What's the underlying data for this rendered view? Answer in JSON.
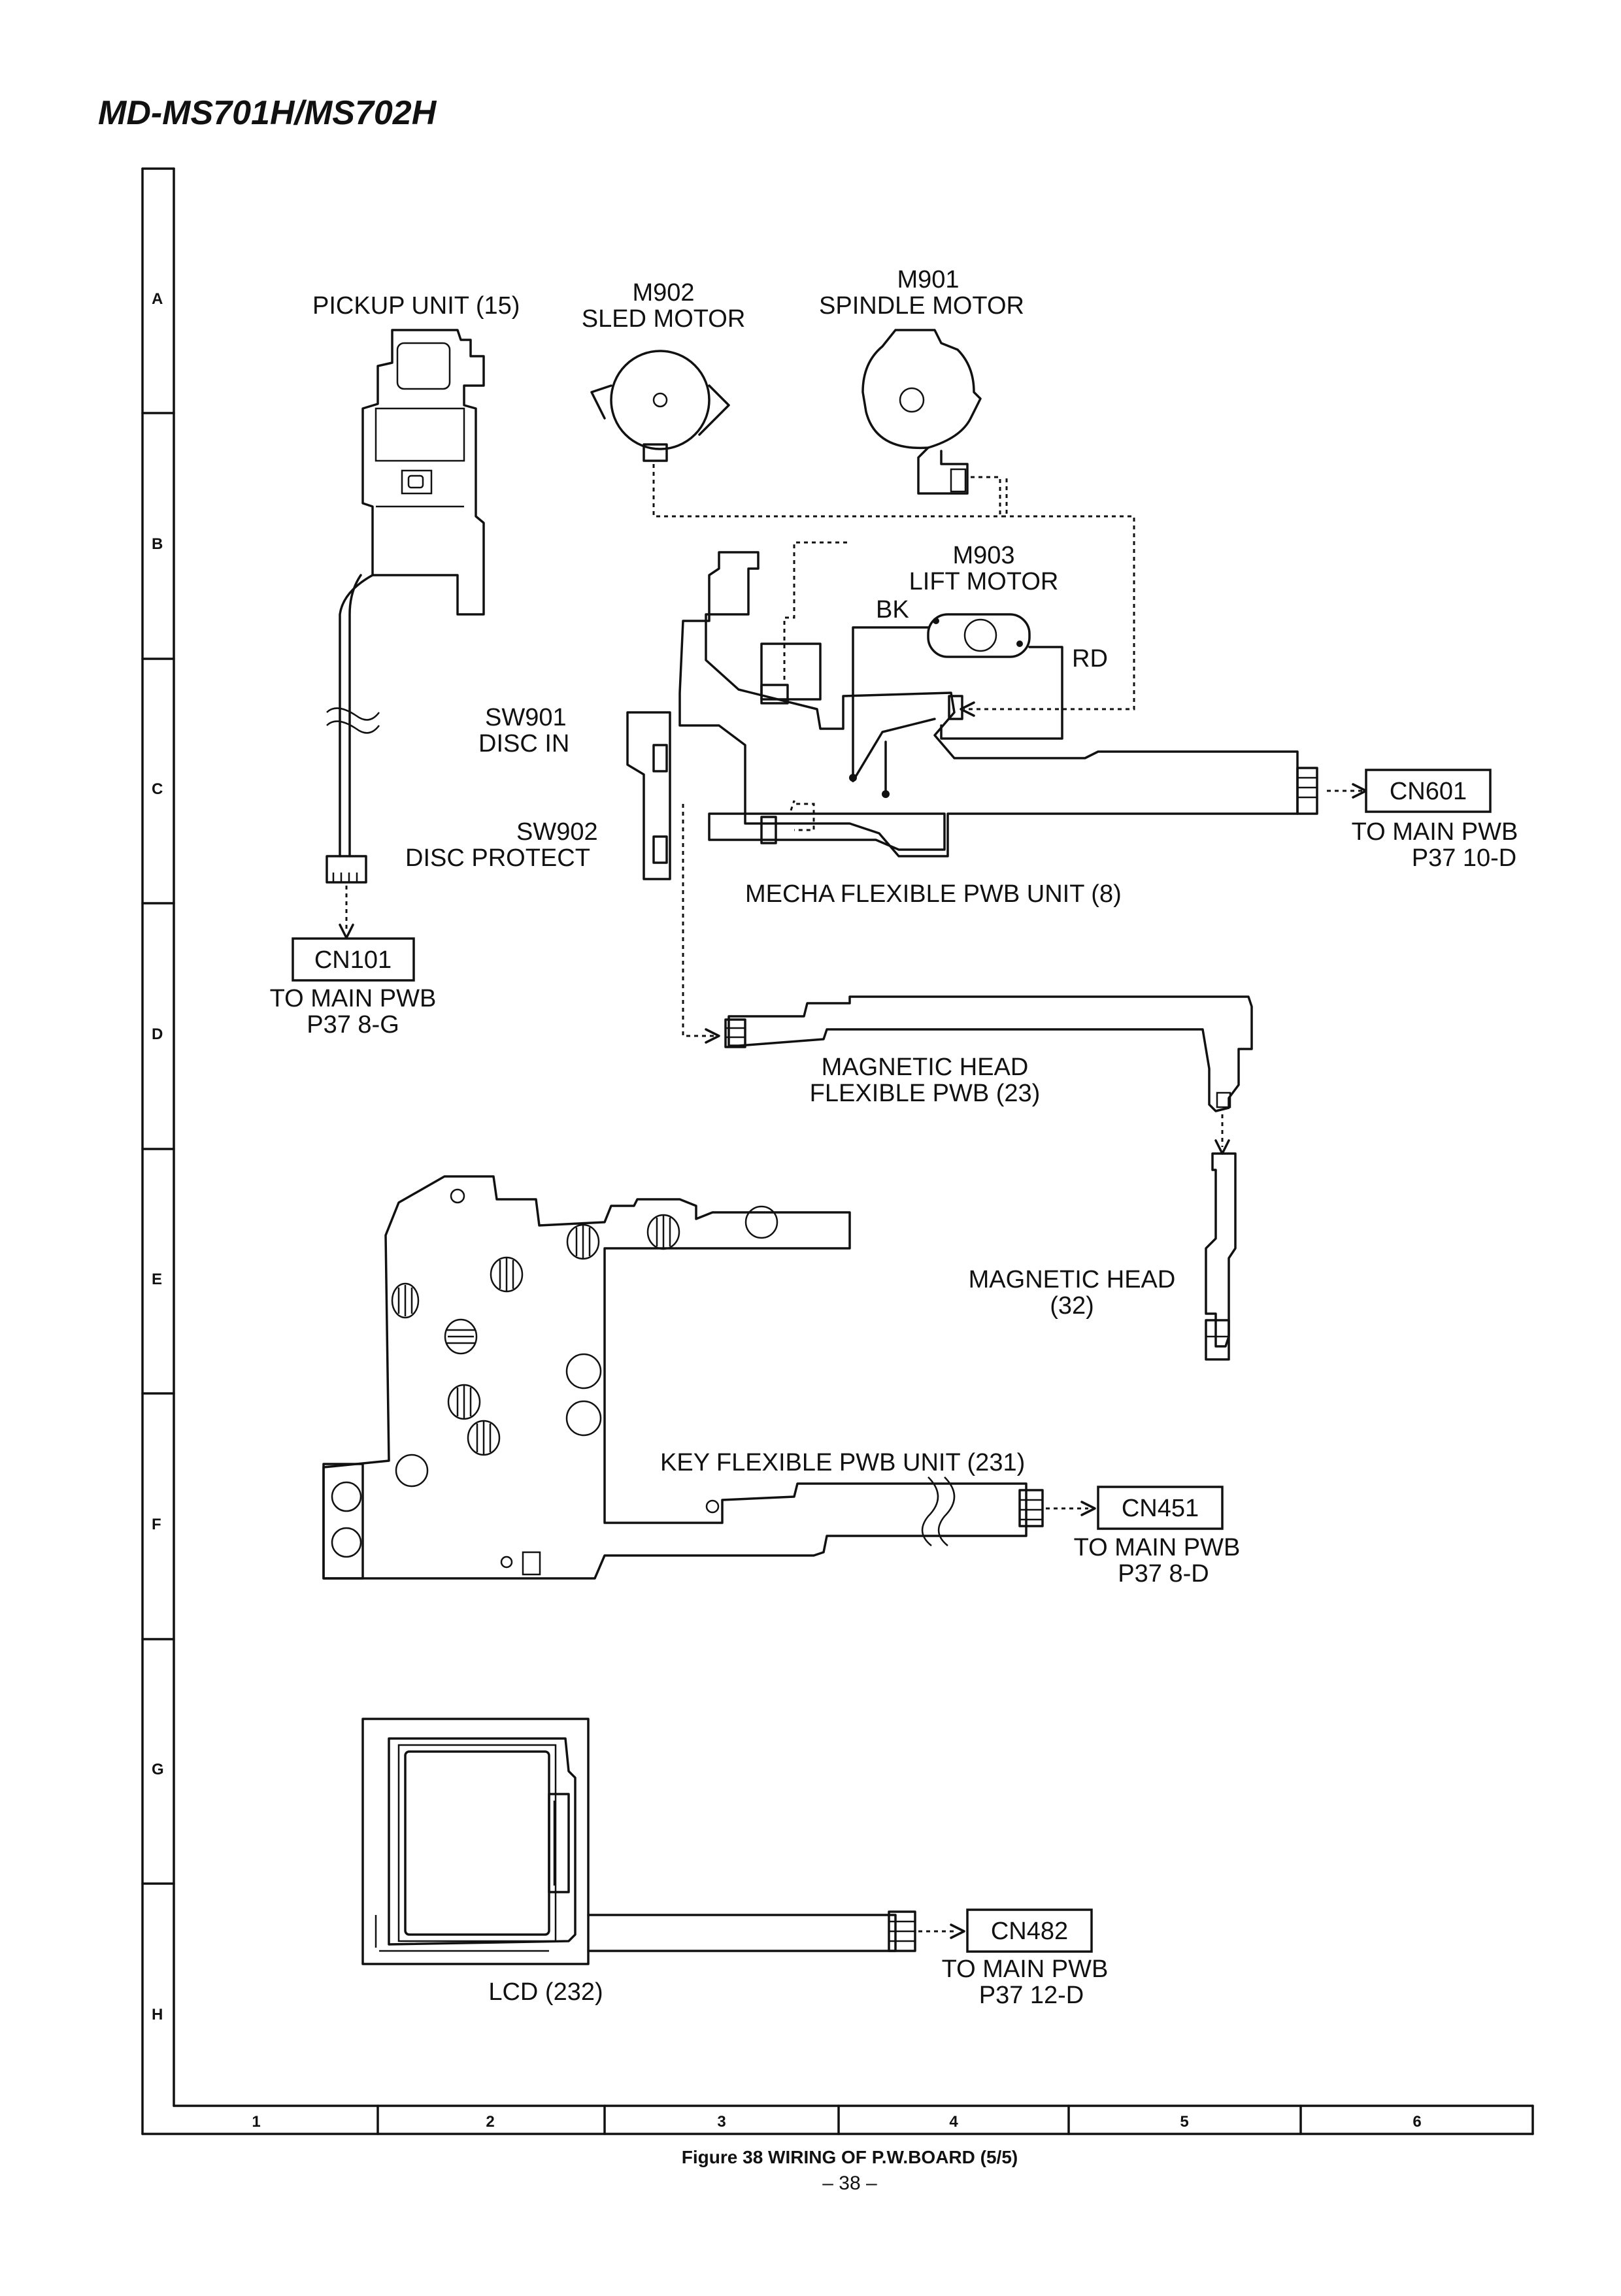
{
  "header": {
    "model": "MD-MS701H/MS702H"
  },
  "grid": {
    "rows": [
      "A",
      "B",
      "C",
      "D",
      "E",
      "F",
      "G",
      "H"
    ],
    "cols": [
      "1",
      "2",
      "3",
      "4",
      "5",
      "6"
    ]
  },
  "components": {
    "pickup": "PICKUP UNIT (15)",
    "m902_ref": "M902",
    "m902_name": "SLED MOTOR",
    "m901_ref": "M901",
    "m901_name": "SPINDLE MOTOR",
    "m903_ref": "M903",
    "m903_name": "LIFT MOTOR",
    "bk": "BK",
    "rd": "RD",
    "sw901_ref": "SW901",
    "sw901_name": "DISC IN",
    "sw902_ref": "SW902",
    "sw902_name": "DISC PROTECT",
    "mecha": "MECHA FLEXIBLE PWB UNIT (8)",
    "maghead_pwb_1": "MAGNETIC HEAD",
    "maghead_pwb_2": "FLEXIBLE PWB (23)",
    "maghead_1": "MAGNETIC HEAD",
    "maghead_2": "(32)",
    "key_pwb": "KEY FLEXIBLE PWB UNIT (231)",
    "lcd": "LCD (232)"
  },
  "connectors": {
    "cn101": {
      "name": "CN101",
      "line1": "TO MAIN PWB",
      "line2": "P37 8-G"
    },
    "cn601": {
      "name": "CN601",
      "line1": "TO MAIN PWB",
      "line2": "P37 10-D"
    },
    "cn451": {
      "name": "CN451",
      "line1": "TO MAIN PWB",
      "line2": "P37 8-D"
    },
    "cn482": {
      "name": "CN482",
      "line1": "TO MAIN PWB",
      "line2": "P37 12-D"
    }
  },
  "caption": "Figure 38  WIRING OF P.W.BOARD (5/5)",
  "page_number": "– 38 –"
}
